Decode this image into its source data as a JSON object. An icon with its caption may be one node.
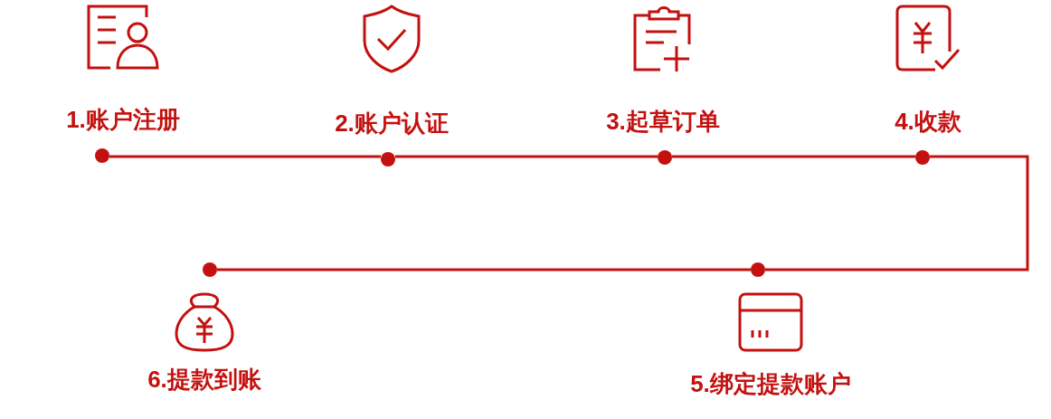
{
  "diagram": {
    "nodes": [
      {
        "text": [
          "1.账户注册"
        ]
      },
      {
        "text": [
          "2.账户认证"
        ]
      },
      {
        "text": [
          "3.起草订单"
        ]
      },
      {
        "text": [
          "4.收款"
        ]
      },
      {
        "text": [
          "5.绑定提款账户"
        ]
      },
      {
        "text": [
          "6.提款到账"
        ]
      }
    ],
    "edges": [
      {
        "from": 0,
        "to": 1,
        "arrow": "none"
      },
      {
        "from": 1,
        "to": 2,
        "arrow": "none"
      },
      {
        "from": 2,
        "to": 3,
        "arrow": "none"
      },
      {
        "from": 3,
        "to": 4,
        "arrow": "none"
      },
      {
        "from": 4,
        "to": 5,
        "arrow": "none"
      }
    ]
  }
}
